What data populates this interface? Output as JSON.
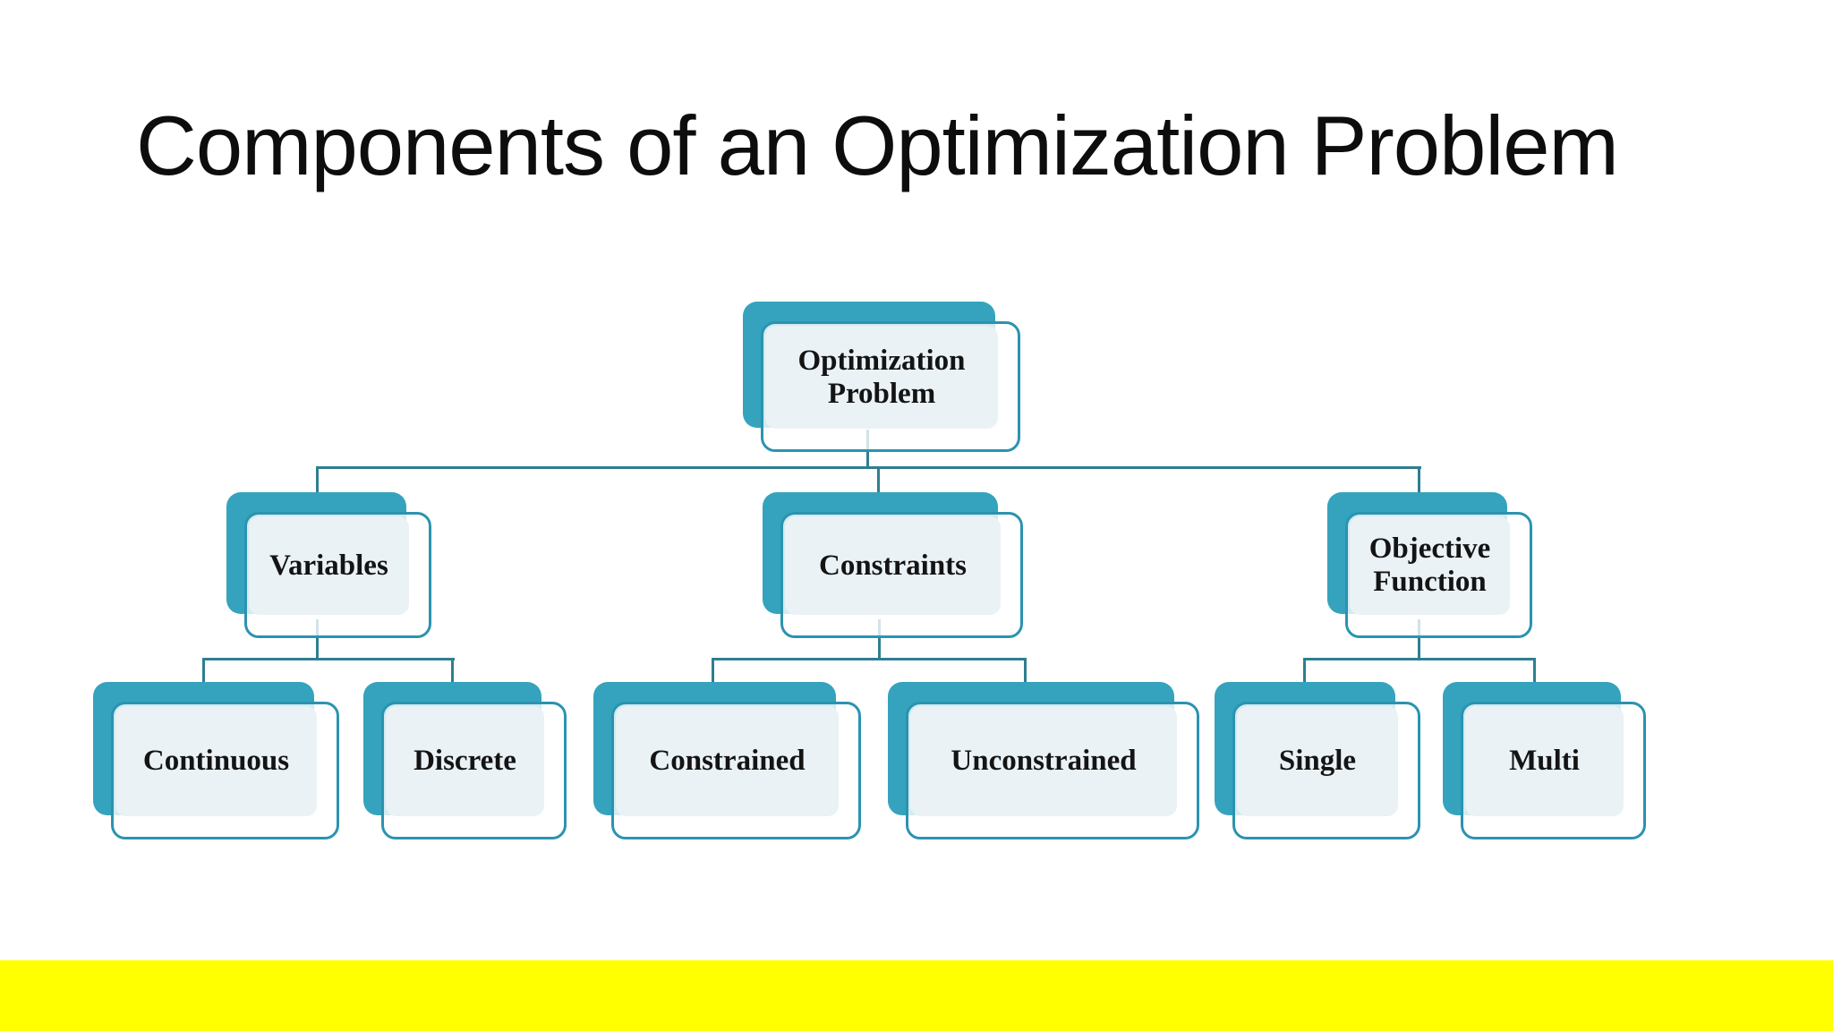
{
  "slide": {
    "title": "Components of an Optimization Problem"
  },
  "diagram": {
    "root": {
      "label": "Optimization Problem"
    },
    "branches": [
      {
        "label": "Variables",
        "children": [
          {
            "label": "Continuous"
          },
          {
            "label": "Discrete"
          }
        ]
      },
      {
        "label": "Constraints",
        "children": [
          {
            "label": "Constrained"
          },
          {
            "label": "Unconstrained"
          }
        ]
      },
      {
        "label": "Objective Function",
        "children": [
          {
            "label": "Single"
          },
          {
            "label": "Multi"
          }
        ]
      }
    ]
  },
  "colors": {
    "node_back": "#35a3bd",
    "node_border": "#2b93b0",
    "node_inner": "#eaf2f6",
    "connector": "#2f7e91",
    "accent_bar": "#ffff00",
    "title_text": "#0d0d0d",
    "label_text": "#141414"
  }
}
